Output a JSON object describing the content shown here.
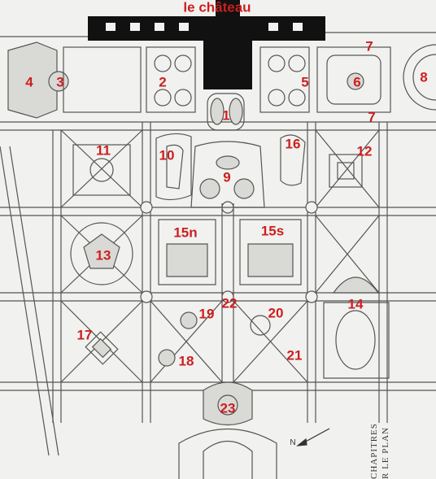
{
  "colors": {
    "label": "#cc1f1f",
    "ink": "#4a4a4a",
    "building": "#111111",
    "paper": "#f1f1ef",
    "fill": "#d9d9d6"
  },
  "title": "le château",
  "labels": [
    {
      "id": "1",
      "text": "1"
    },
    {
      "id": "2",
      "text": "2"
    },
    {
      "id": "3",
      "text": "3"
    },
    {
      "id": "4",
      "text": "4"
    },
    {
      "id": "5",
      "text": "5"
    },
    {
      "id": "6",
      "text": "6"
    },
    {
      "id": "7a",
      "text": "7"
    },
    {
      "id": "7b",
      "text": "7"
    },
    {
      "id": "8",
      "text": "8"
    },
    {
      "id": "9",
      "text": "9"
    },
    {
      "id": "10",
      "text": "10"
    },
    {
      "id": "11",
      "text": "11"
    },
    {
      "id": "12",
      "text": "12"
    },
    {
      "id": "13",
      "text": "13"
    },
    {
      "id": "14",
      "text": "14"
    },
    {
      "id": "15n",
      "text": "15n"
    },
    {
      "id": "15s",
      "text": "15s"
    },
    {
      "id": "16",
      "text": "16"
    },
    {
      "id": "17",
      "text": "17"
    },
    {
      "id": "18",
      "text": "18"
    },
    {
      "id": "19",
      "text": "19"
    },
    {
      "id": "20",
      "text": "20"
    },
    {
      "id": "21",
      "text": "21"
    },
    {
      "id": "22",
      "text": "22"
    },
    {
      "id": "23",
      "text": "23"
    }
  ],
  "side_text": {
    "line1": "CHAPITRES",
    "line2": "R LE PLAN"
  },
  "compass": "N"
}
